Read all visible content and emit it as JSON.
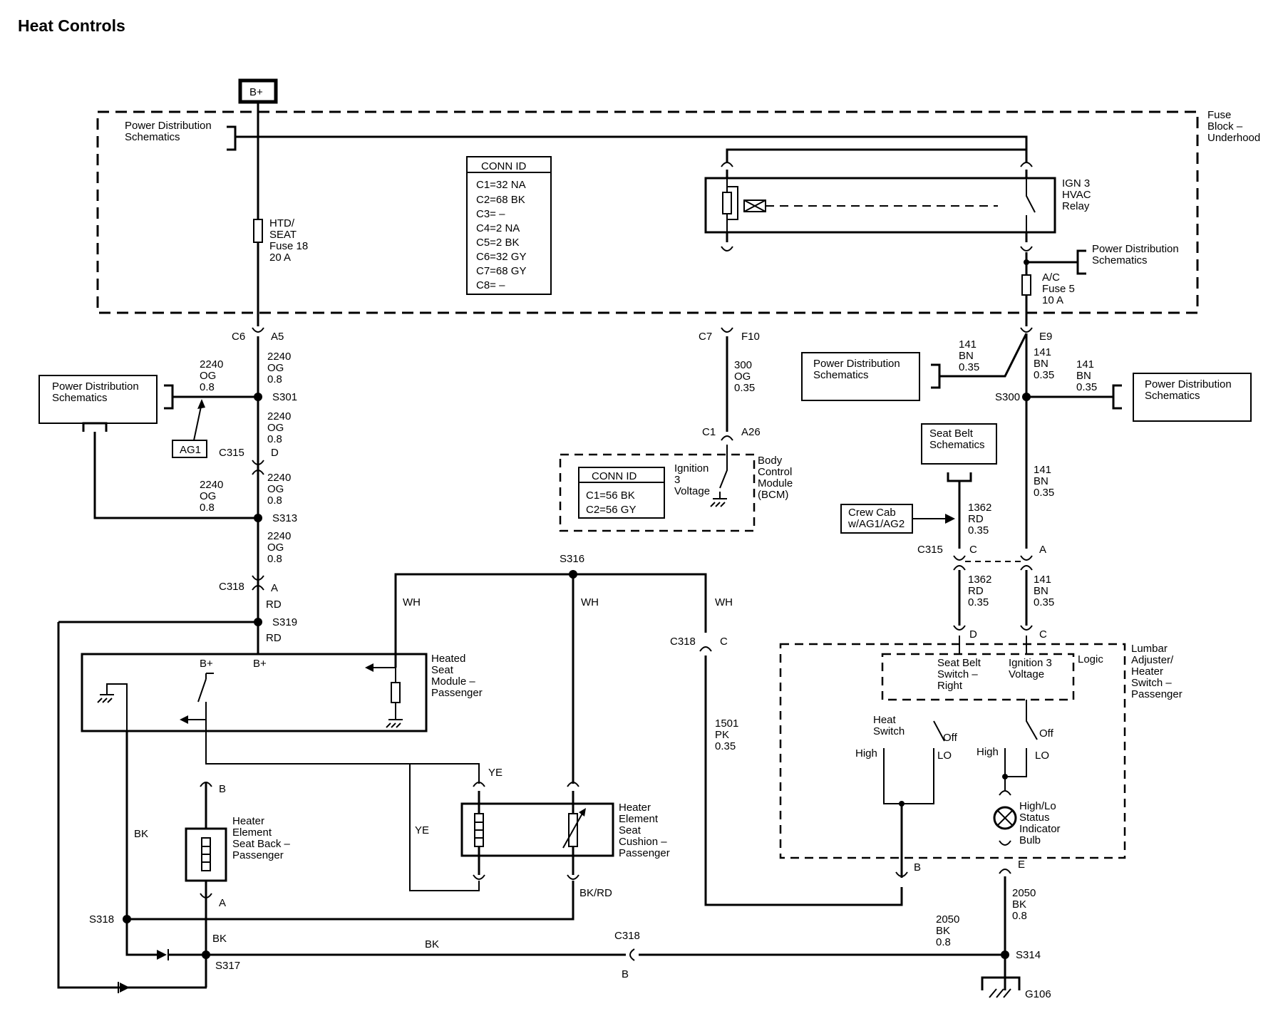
{
  "title": "Heat Controls",
  "labels": {
    "bplus": "B+",
    "pds": "Power Distribution",
    "sch": "Schematics",
    "fuse_block_1": "Fuse",
    "fuse_block_2": "Block –",
    "fuse_block_3": "Underhood",
    "htd_1": "HTD/",
    "htd_2": "SEAT",
    "htd_3": "Fuse 18",
    "htd_4": "20 A",
    "conn_id": "CONN ID",
    "fb_conn": [
      "C1=32 NA",
      "C2=68 BK",
      "C3= –",
      "C4=2 NA",
      "C5=2 BK",
      "C6=32 GY",
      "C7=68 GY",
      "C8= –"
    ],
    "bcm_conn": [
      "C1=56 BK",
      "C2=56 GY"
    ],
    "ign_relay": [
      "IGN 3",
      "HVAC",
      "Relay"
    ],
    "ac_fuse": [
      "A/C",
      "Fuse 5",
      "10 A"
    ],
    "c6": "C6",
    "a5": "A5",
    "c7": "C7",
    "f10": "F10",
    "e9": "E9",
    "w2240": "2240",
    "og": "OG",
    "g08": "0.8",
    "s301": "S301",
    "ag1": "AG1",
    "c315": "C315",
    "d": "D",
    "s313": "S313",
    "c318": "C318",
    "a": "A",
    "rd": "RD",
    "s319": "S319",
    "w300": "300",
    "g035": "0.35",
    "c1": "C1",
    "a26": "A26",
    "bcm": [
      "Body",
      "Control",
      "Module",
      "(BCM)"
    ],
    "ign_volt": [
      "Ignition",
      "3",
      "Voltage"
    ],
    "w141": "141",
    "bn": "BN",
    "s300": "S300",
    "seat_belt_sch": [
      "Seat Belt",
      "Schematics"
    ],
    "crew_cab": [
      "Crew Cab",
      "w/AG1/AG2"
    ],
    "w1362": "1362",
    "c": "C",
    "s316": "S316",
    "wh": "WH",
    "hsm": [
      "Heated",
      "Seat",
      "Module –",
      "Passenger"
    ],
    "lumbar": [
      "Lumbar",
      "Adjuster/",
      "Heater",
      "Switch –",
      "Passenger"
    ],
    "logic": "Logic",
    "sbs": [
      "Seat Belt",
      "Switch –",
      "Right"
    ],
    "ign3v": [
      "Ignition 3",
      "Voltage"
    ],
    "heat_sw": [
      "Heat",
      "Switch"
    ],
    "off": "Off",
    "high": "High",
    "lo": "LO",
    "w1501": "1501",
    "pk": "PK",
    "ye": "YE",
    "b": "B",
    "bk": "BK",
    "bkrd": "BK/RD",
    "e": "E",
    "heb": [
      "Heater",
      "Element",
      "Seat Back –",
      "Passenger"
    ],
    "hec": [
      "Heater",
      "Element",
      "Seat",
      "Cushion –",
      "Passenger"
    ],
    "bulb": [
      "High/Lo",
      "Status",
      "Indicator",
      "Bulb"
    ],
    "w2050": "2050",
    "s318": "S318",
    "s317": "S317",
    "s314": "S314",
    "g106": "G106"
  }
}
